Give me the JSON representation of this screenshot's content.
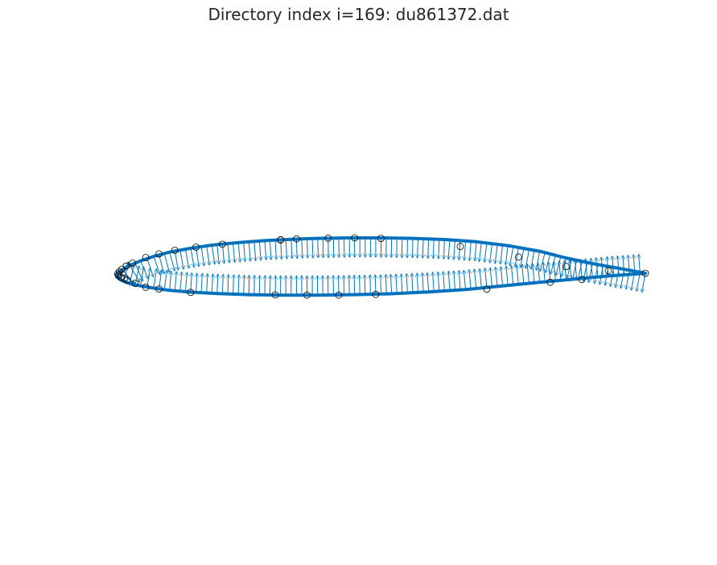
{
  "chart_data": {
    "type": "line",
    "title": "Directory index i=169: du861372.dat",
    "xlabel": "",
    "ylabel": "",
    "axes_visible": false,
    "grid": false,
    "legend": "none",
    "xlim": [
      -0.02,
      1.02
    ],
    "ylim": [
      -0.35,
      0.35
    ],
    "colors": {
      "surface": "#0072BD",
      "normals": "#0072BD",
      "control_points": "#000000",
      "title": "#262626"
    },
    "series": [
      {
        "kind": "surface",
        "x": [
          1.0,
          0.95,
          0.9,
          0.85,
          0.8,
          0.74,
          0.68,
          0.62,
          0.56,
          0.5,
          0.44,
          0.38,
          0.33,
          0.28,
          0.23,
          0.18,
          0.14,
          0.1,
          0.07,
          0.045,
          0.025,
          0.012,
          0.004,
          0.0,
          0.004,
          0.012,
          0.025,
          0.045,
          0.07,
          0.1,
          0.14,
          0.19,
          0.25,
          0.31,
          0.38,
          0.45,
          0.52,
          0.59,
          0.66,
          0.73,
          0.8,
          0.87,
          0.93,
          1.0
        ],
        "y": [
          0.0,
          0.022,
          0.043,
          0.068,
          0.098,
          0.123,
          0.14,
          0.15,
          0.155,
          0.157,
          0.157,
          0.155,
          0.151,
          0.145,
          0.136,
          0.125,
          0.111,
          0.094,
          0.075,
          0.055,
          0.035,
          0.017,
          0.004,
          -0.01,
          -0.024,
          -0.035,
          -0.046,
          -0.056,
          -0.066,
          -0.076,
          -0.084,
          -0.09,
          -0.095,
          -0.097,
          -0.097,
          -0.095,
          -0.091,
          -0.083,
          -0.072,
          -0.056,
          -0.04,
          -0.025,
          -0.012,
          0.0
        ]
      },
      {
        "kind": "control-points",
        "x": [
          1.0,
          0.93,
          0.85,
          0.76,
          0.65,
          0.5,
          0.45,
          0.4,
          0.34,
          0.31,
          0.31,
          0.2,
          0.15,
          0.11,
          0.08,
          0.055,
          0.03,
          0.018,
          0.01,
          0.005,
          0.002,
          0.003,
          0.008,
          0.015,
          0.02,
          0.035,
          0.055,
          0.08,
          0.14,
          0.3,
          0.36,
          0.42,
          0.49,
          0.7,
          0.82,
          0.88
        ],
        "y": [
          0.0,
          0.011,
          0.03,
          0.072,
          0.119,
          0.155,
          0.157,
          0.156,
          0.153,
          0.148,
          0.149,
          0.129,
          0.116,
          0.102,
          0.086,
          0.07,
          0.045,
          0.032,
          0.018,
          0.007,
          -0.003,
          -0.01,
          -0.018,
          -0.022,
          -0.03,
          -0.045,
          -0.062,
          -0.07,
          -0.085,
          -0.096,
          -0.097,
          -0.097,
          -0.094,
          -0.07,
          -0.04,
          -0.028
        ]
      }
    ]
  }
}
